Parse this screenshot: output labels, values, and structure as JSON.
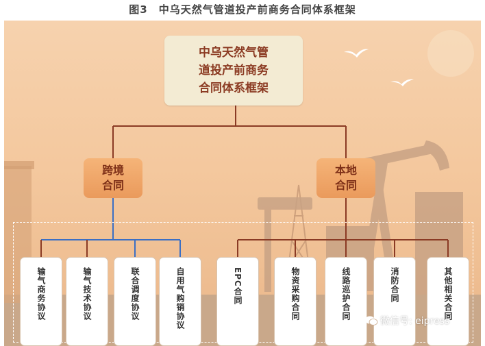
{
  "caption": "图3　中乌天然气管道投产前商务合同体系框架",
  "root": {
    "lines": [
      "中乌天然气管",
      "道投产前商务",
      "合同体系框架"
    ]
  },
  "branches": [
    {
      "lines": [
        "跨境",
        "合同"
      ]
    },
    {
      "lines": [
        "本地",
        "合同"
      ]
    }
  ],
  "leaves": [
    {
      "label": "输气商务协议",
      "group": "跨境合同"
    },
    {
      "label": "输气技术协议",
      "group": "跨境合同"
    },
    {
      "label": "联合调度协议",
      "group": "跨境合同"
    },
    {
      "label": "自用气购销协议",
      "group": "跨境合同"
    },
    {
      "label": "EPC合同",
      "group": "本地合同"
    },
    {
      "label": "物资采购合同",
      "group": "本地合同"
    },
    {
      "label": "线路巡护合同",
      "group": "本地合同"
    },
    {
      "label": "消防合同",
      "group": "本地合同"
    },
    {
      "label": "其他相关合同",
      "group": "本地合同"
    }
  ],
  "watermark": "微信号: eipress",
  "colors": {
    "connector": "#8a3a24",
    "connector_highlight": "#3b6fc4",
    "root_text": "#8b3a22",
    "branch_fill": "#ef9f63"
  }
}
